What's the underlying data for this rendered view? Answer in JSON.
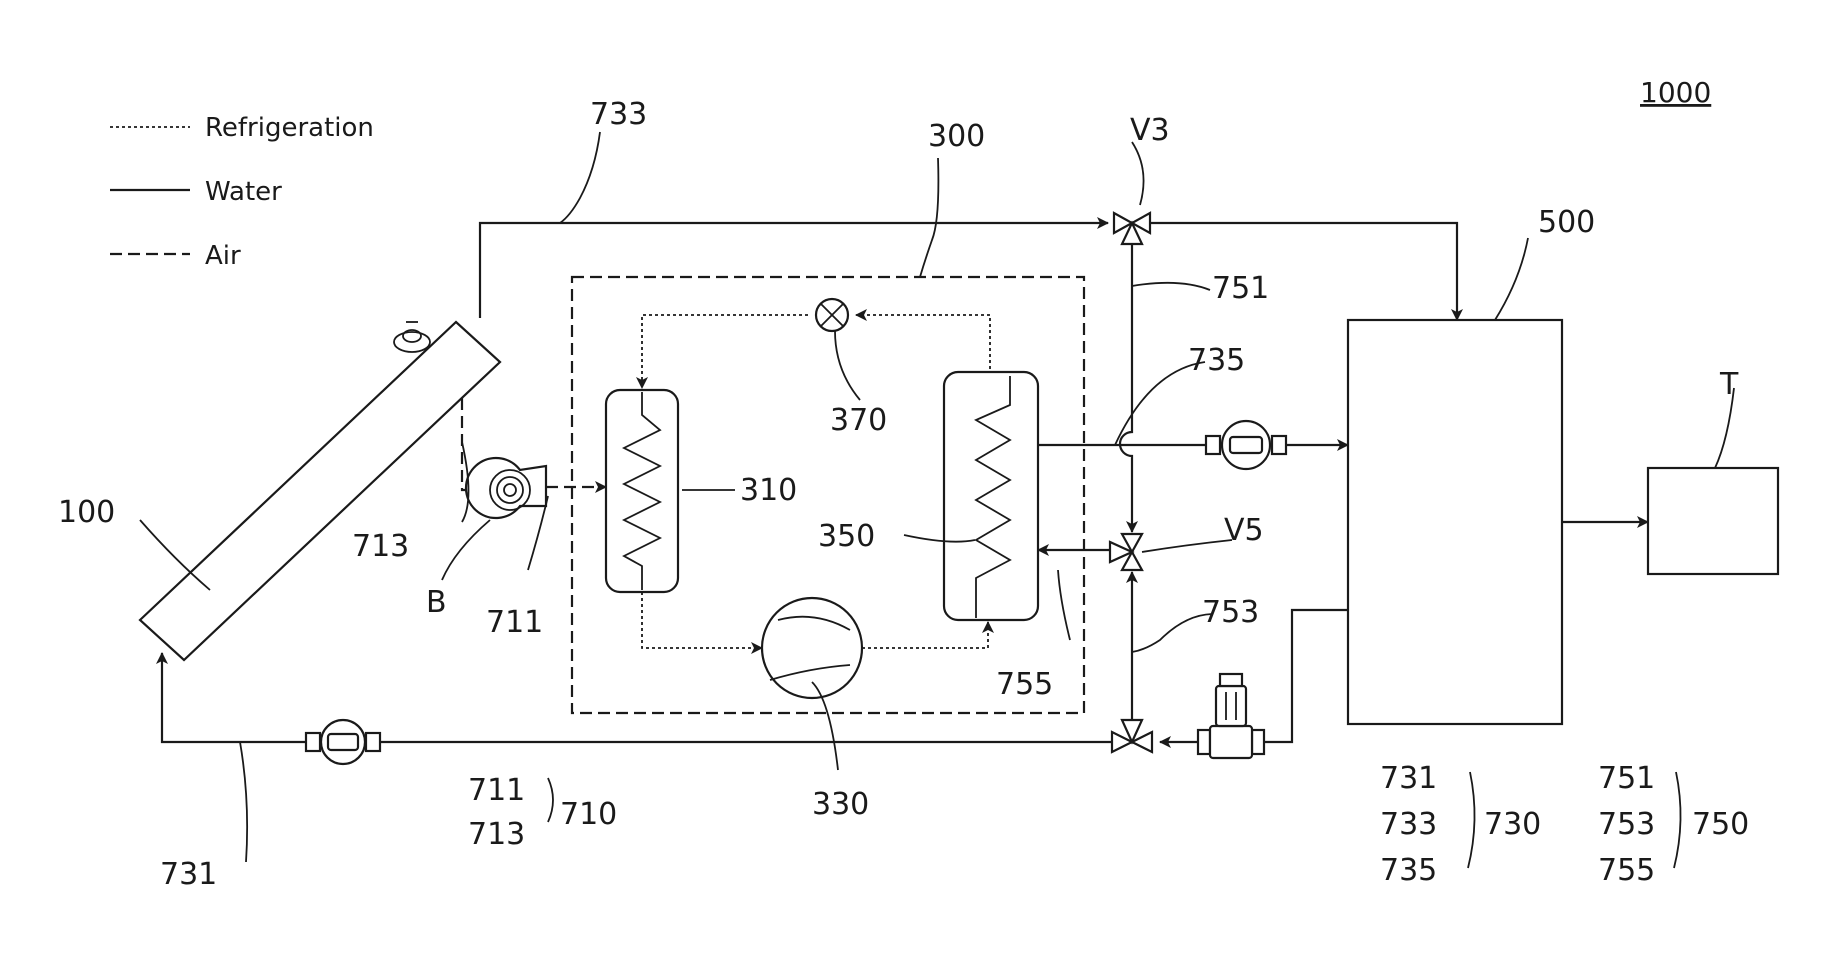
{
  "figure_ref": "1000",
  "legend": {
    "refrigeration": "Refrigeration",
    "water": "Water",
    "air": "Air"
  },
  "labels": {
    "collector": "100",
    "heat_pump_unit": "300",
    "evaporator": "310",
    "compressor": "330",
    "condenser": "350",
    "expansion_valve": "370",
    "storage_tank": "500",
    "load_tank": "T",
    "blower": "B",
    "valve_v3": "V3",
    "valve_v5": "V5",
    "line_711": "711",
    "line_713": "713",
    "line_731": "731",
    "line_733": "733",
    "line_735": "735",
    "line_751": "751",
    "line_753": "753",
    "line_755": "755"
  },
  "groups": {
    "g710": {
      "members": [
        "711",
        "713"
      ],
      "name": "710"
    },
    "g730": {
      "members": [
        "731",
        "733",
        "735"
      ],
      "name": "730"
    },
    "g750": {
      "members": [
        "751",
        "753",
        "755"
      ],
      "name": "750"
    }
  }
}
